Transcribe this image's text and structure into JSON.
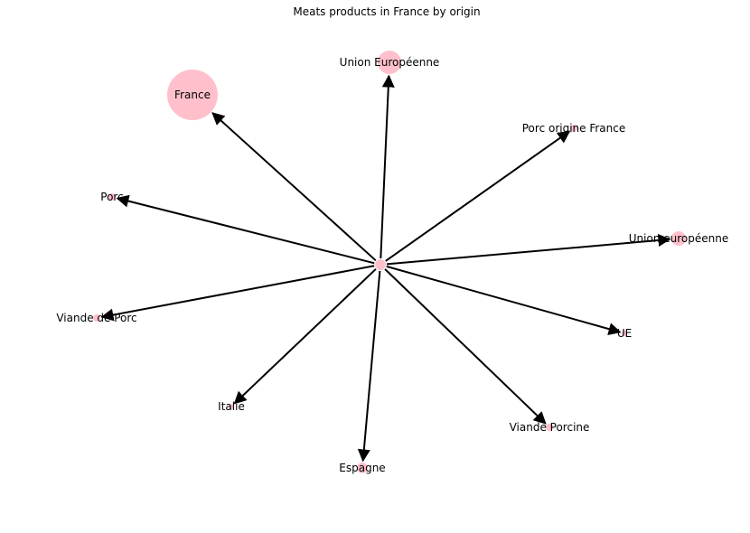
{
  "title": "Meats products in France by origin",
  "graph": {
    "center_color": "#ffc0cb",
    "edge_color": "#000000",
    "nodes": [
      {
        "id": "center",
        "label": ""
      },
      {
        "id": "france",
        "label": "France"
      },
      {
        "id": "union-europeenne-1",
        "label": "Union Européenne"
      },
      {
        "id": "porc-origine-france",
        "label": "Porc origine France"
      },
      {
        "id": "union-europeenne-2",
        "label": "Union européenne"
      },
      {
        "id": "ue",
        "label": "UE"
      },
      {
        "id": "viande-porcine",
        "label": "Viande Porcine"
      },
      {
        "id": "espagne",
        "label": "Espagne"
      },
      {
        "id": "italie",
        "label": "Italie"
      },
      {
        "id": "viande-de-porc",
        "label": "Viande de Porc"
      },
      {
        "id": "porc",
        "label": "Porc"
      }
    ],
    "edges": [
      {
        "from": "center",
        "to": "france"
      },
      {
        "from": "center",
        "to": "union-europeenne-1"
      },
      {
        "from": "center",
        "to": "porc-origine-france"
      },
      {
        "from": "center",
        "to": "union-europeenne-2"
      },
      {
        "from": "center",
        "to": "ue"
      },
      {
        "from": "center",
        "to": "viande-porcine"
      },
      {
        "from": "center",
        "to": "espagne"
      },
      {
        "from": "center",
        "to": "italie"
      },
      {
        "from": "center",
        "to": "viande-de-porc"
      },
      {
        "from": "center",
        "to": "porc"
      }
    ]
  }
}
